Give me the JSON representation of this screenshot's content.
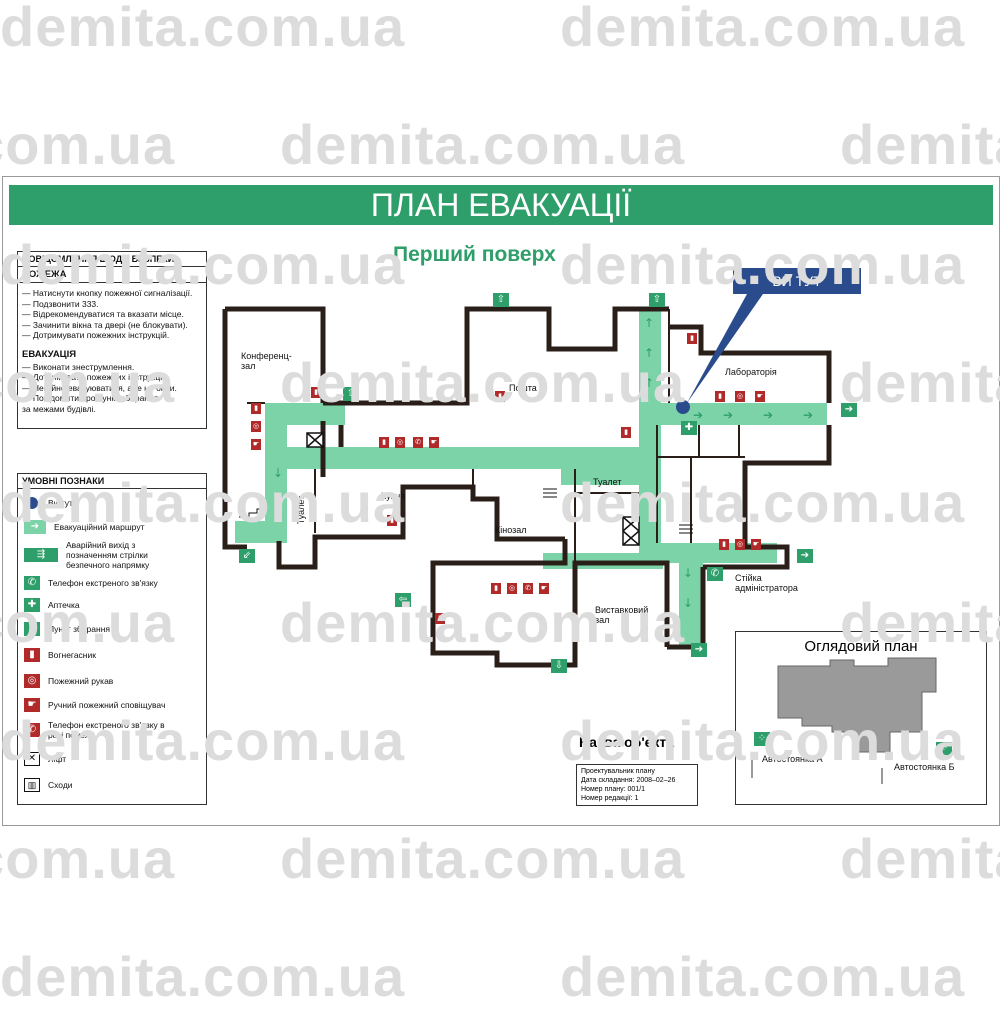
{
  "watermark": "demita.com.ua",
  "title": "ПЛАН ЕВАКУАЦІЇ",
  "subtitle": "Перший поверх",
  "you_are_here": "ВИ ТУТ",
  "safety": {
    "heading": "ПОВІДОМЛЕННЯ ЩОДО БЕЗПЕКИ",
    "fire_heading": "ПОЖЕЖА",
    "fire_items": [
      "— Натиснути кнопку пожежної сигналізації.",
      "— Подзвонити 333.",
      "— Відрекомендуватися та вказати місце.",
      "— Зачинити вікна та двері (не блокувати).",
      "— Дотримувати пожежних інструкцій."
    ],
    "evac_heading": "ЕВАКУАЦІЯ",
    "evac_items": [
      "— Виконати знеструмлення.",
      "— Дотримувати пожежних інструкцій.",
      "— Негайно евакуюватися, але не бігти.",
      "— Повідомити про пункт збирання",
      "за межами будівлі."
    ]
  },
  "legend": {
    "heading": "УМОВНІ ПОЗНАКИ",
    "items": [
      {
        "icon": "blue-dot-icon",
        "label": "Ви тут"
      },
      {
        "icon": "green-arrow-icon",
        "label": "Евакуаційний маршрут"
      },
      {
        "icon": "emergency-exit-icon",
        "label": "Аварійний вихід з позначенням стрілки безпечного напрямку"
      },
      {
        "icon": "phone-icon",
        "label": "Телефон екстреного зв'язку"
      },
      {
        "icon": "first-aid-icon",
        "label": "Аптечка"
      },
      {
        "icon": "assembly-point-icon",
        "label": "Пункт збирання"
      },
      {
        "icon": "fire-extinguisher-icon",
        "label": "Вогнегасник"
      },
      {
        "icon": "fire-hose-icon",
        "label": "Пожежний рукав"
      },
      {
        "icon": "fire-alarm-icon",
        "label": "Ручний пожежний сповіщувач"
      },
      {
        "icon": "fire-phone-icon",
        "label": "Телефон екстреного зв'язку в разі пожежі"
      },
      {
        "icon": "elevator-icon",
        "label": "Ліфт"
      },
      {
        "icon": "stairs-icon",
        "label": "Сходи"
      }
    ]
  },
  "rooms": {
    "conference": "Конференц-зал",
    "post": "Пошта",
    "laboratory": "Лабораторія",
    "kitchen": "Кухня",
    "toilet_left": "Туалет",
    "toilet_mid": "Туалет",
    "cinema": "Кінозал",
    "exhibition": "Виставковий зал",
    "reception": "Стійка адміністратора"
  },
  "overview": {
    "title": "Оглядовий план",
    "parking_a": "Автостоянка А",
    "parking_b": "Автостоянка Б"
  },
  "object_name": "Назва об'єкта",
  "meta": [
    "Проектувальник плану",
    "Дата складання: 2008–02–26",
    "Номер плану: 001/1",
    "Номер редакції: 1"
  ],
  "colors": {
    "green": "#2e9e6a",
    "route": "#7dd3a8",
    "red": "#b02a2a",
    "navy": "#2b4c8c",
    "wall": "#2a1e18"
  }
}
